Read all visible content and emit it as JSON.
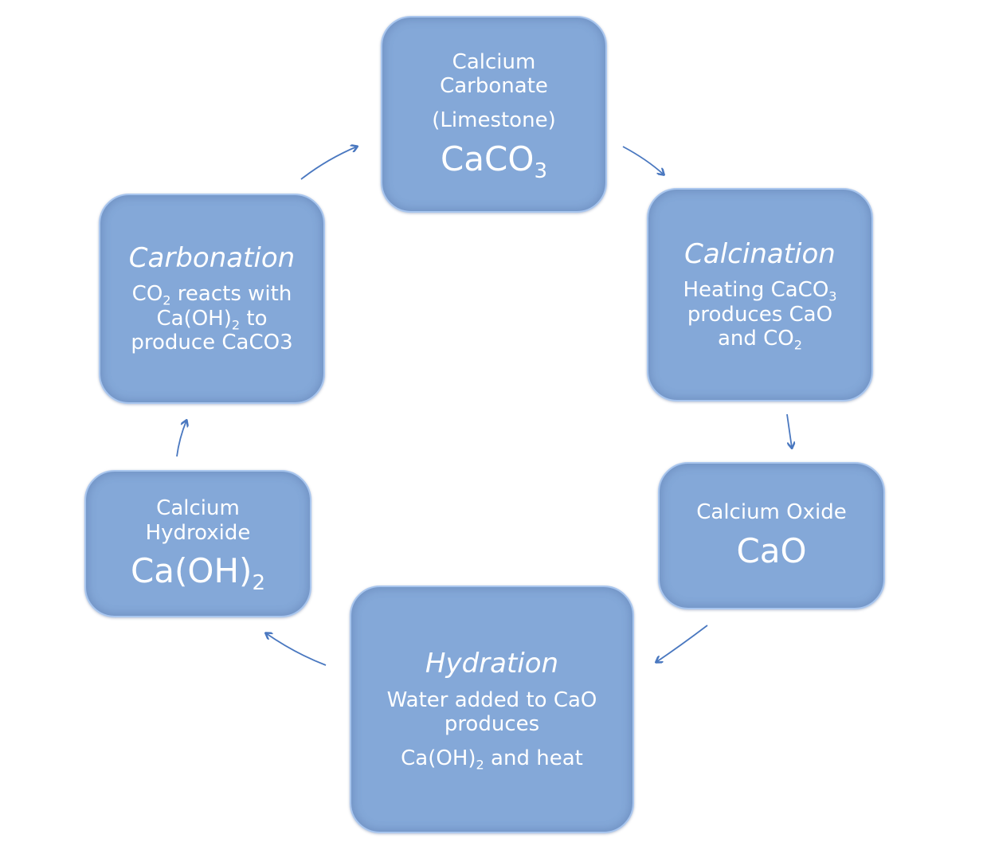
{
  "accent_color": "#4a78c0",
  "box_color": "#84a8d8",
  "boxes": [
    {
      "id": "calcium-carbonate",
      "lines": [
        {
          "role": "body",
          "parts": [
            {
              "t": "Calcium"
            }
          ]
        },
        {
          "role": "body",
          "parts": [
            {
              "t": "Carbonate"
            }
          ]
        },
        {
          "role": "body gap",
          "parts": [
            {
              "t": "(Limestone)"
            }
          ]
        },
        {
          "role": "big",
          "parts": [
            {
              "t": "CaCO"
            },
            {
              "t": "3",
              "sub": true
            }
          ]
        }
      ]
    },
    {
      "id": "calcination",
      "lines": [
        {
          "role": "title",
          "parts": [
            {
              "t": "Calcination"
            }
          ]
        },
        {
          "role": "body",
          "parts": [
            {
              "t": "Heating CaCO"
            },
            {
              "t": "3",
              "sub": true
            }
          ]
        },
        {
          "role": "body",
          "parts": [
            {
              "t": "produces CaO"
            }
          ]
        },
        {
          "role": "body",
          "parts": [
            {
              "t": "and  CO"
            },
            {
              "t": "2",
              "sub": true
            }
          ]
        }
      ]
    },
    {
      "id": "calcium-oxide",
      "lines": [
        {
          "role": "body",
          "parts": [
            {
              "t": "Calcium Oxide"
            }
          ]
        },
        {
          "role": "big",
          "parts": [
            {
              "t": "CaO"
            }
          ]
        }
      ]
    },
    {
      "id": "hydration",
      "lines": [
        {
          "role": "title",
          "parts": [
            {
              "t": "Hydration"
            }
          ]
        },
        {
          "role": "body",
          "parts": [
            {
              "t": "Water added to CaO"
            }
          ]
        },
        {
          "role": "body",
          "parts": [
            {
              "t": "produces"
            }
          ]
        },
        {
          "role": "body gap",
          "parts": [
            {
              "t": "Ca(OH)"
            },
            {
              "t": "2",
              "sub": true
            },
            {
              "t": " and heat"
            }
          ]
        }
      ]
    },
    {
      "id": "calcium-hydroxide",
      "lines": [
        {
          "role": "body",
          "parts": [
            {
              "t": "Calcium"
            }
          ]
        },
        {
          "role": "body",
          "parts": [
            {
              "t": "Hydroxide"
            }
          ]
        },
        {
          "role": "big",
          "parts": [
            {
              "t": "Ca(OH)"
            },
            {
              "t": "2",
              "sub": true
            }
          ]
        }
      ]
    },
    {
      "id": "carbonation",
      "lines": [
        {
          "role": "title",
          "parts": [
            {
              "t": "Carbonation"
            }
          ]
        },
        {
          "role": "body",
          "parts": [
            {
              "t": "CO"
            },
            {
              "t": "2",
              "sub": true
            },
            {
              "t": " reacts with"
            }
          ]
        },
        {
          "role": "body",
          "parts": [
            {
              "t": "Ca(OH)"
            },
            {
              "t": "2",
              "sub": true
            },
            {
              "t": "  to"
            }
          ]
        },
        {
          "role": "body",
          "parts": [
            {
              "t": "produce  CaCO3"
            }
          ]
        }
      ]
    }
  ]
}
